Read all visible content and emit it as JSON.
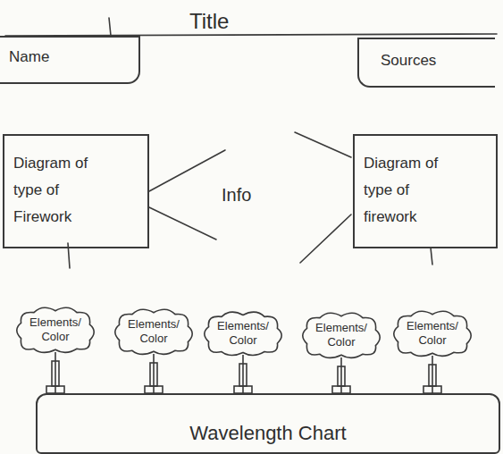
{
  "diagram": {
    "title": "Title",
    "nodes": [
      {
        "text": [
          "Name"
        ]
      },
      {
        "text": [
          "Sources"
        ]
      },
      {
        "text": [
          "Diagram of type of Firework"
        ]
      },
      {
        "text": [
          "Diagram of type of firework"
        ]
      },
      {
        "text": [
          "Elements/ Color"
        ]
      },
      {
        "text": [
          "Elements/ Color"
        ]
      },
      {
        "text": [
          "Elements/ Color"
        ]
      },
      {
        "text": [
          "Elements/ Color"
        ]
      },
      {
        "text": [
          "Elements/ Color"
        ]
      },
      {
        "text": [
          "Wavelength Chart"
        ]
      }
    ],
    "edges": [
      {
        "from": 4,
        "to": 9,
        "arrow": "none"
      },
      {
        "from": 5,
        "to": 9,
        "arrow": "none"
      },
      {
        "from": 6,
        "to": 9,
        "arrow": "none"
      },
      {
        "from": 7,
        "to": 9,
        "arrow": "none"
      },
      {
        "from": 8,
        "to": 9,
        "arrow": "none"
      }
    ],
    "labels": [
      "Info"
    ]
  }
}
